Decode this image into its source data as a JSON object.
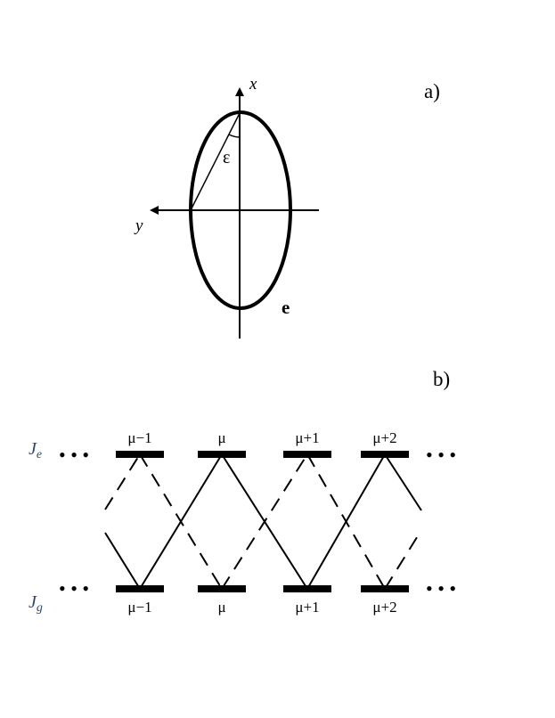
{
  "panel_a": {
    "label": "a)",
    "x_axis_label": "x",
    "y_axis_label": "y",
    "angle_label": "ε",
    "vector_label": "e"
  },
  "panel_b": {
    "label": "b)",
    "upper_level_label": "J",
    "upper_level_subscript": "e",
    "lower_level_label": "J",
    "lower_level_subscript": "g",
    "upper_sublevels": [
      "μ−1",
      "μ",
      "μ+1",
      "μ+2"
    ],
    "lower_sublevels": [
      "μ−1",
      "μ",
      "μ+1",
      "μ+2"
    ],
    "ellipsis": "• • •"
  }
}
